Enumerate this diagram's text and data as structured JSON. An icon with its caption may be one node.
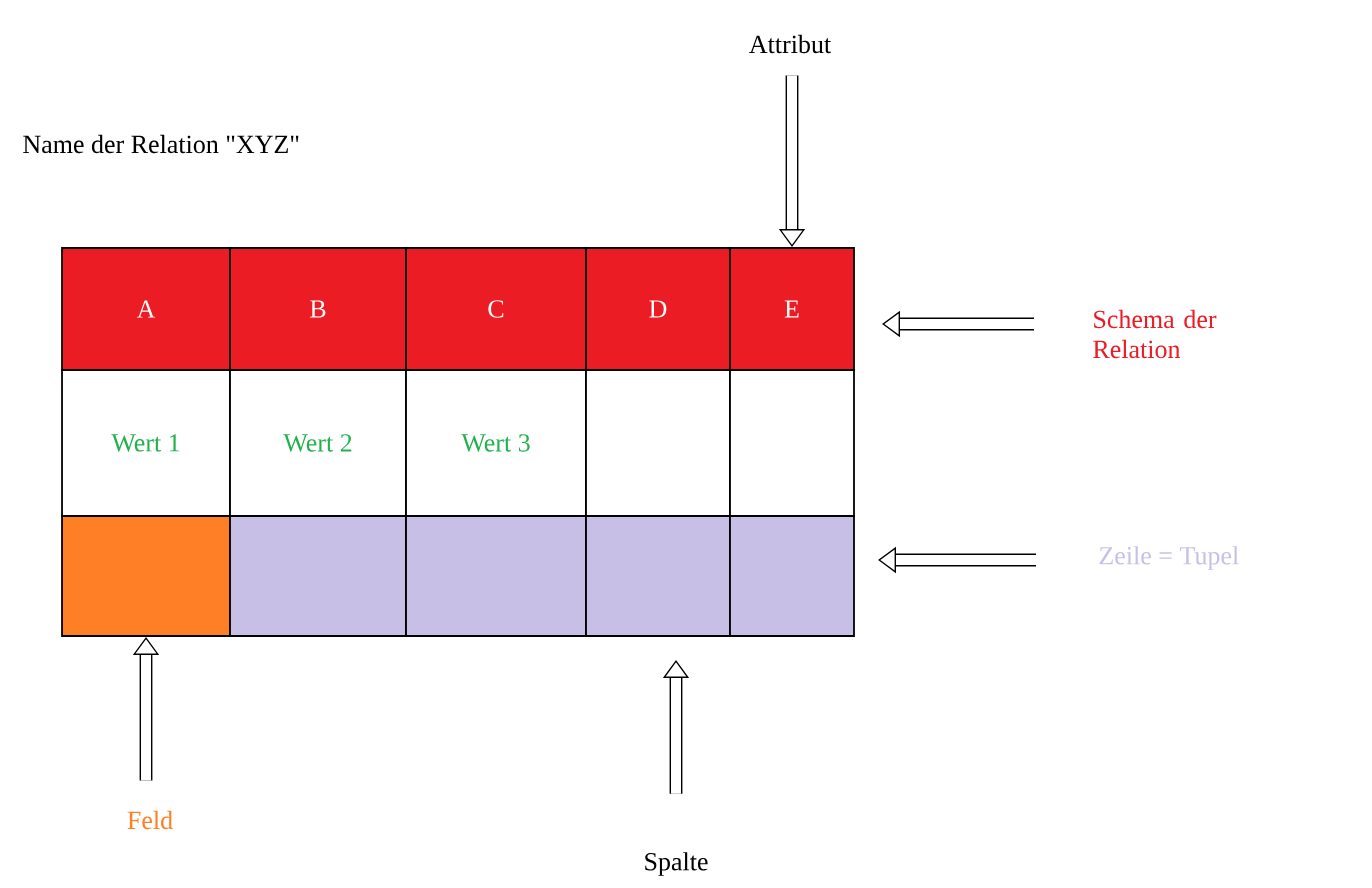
{
  "diagram": {
    "title": "Name der Relation \"XYZ\"",
    "nodes": [
      {
        "text": [
          "Attribut"
        ]
      },
      {
        "text": [
          "Schema der Relation"
        ]
      },
      {
        "text": [
          "Zeile = Tupel"
        ]
      },
      {
        "text": [
          "Feld"
        ]
      },
      {
        "text": [
          "Spalte"
        ]
      },
      {
        "text": [
          "A"
        ]
      },
      {
        "text": [
          "B"
        ]
      },
      {
        "text": [
          "C"
        ]
      },
      {
        "text": [
          "D"
        ]
      },
      {
        "text": [
          "E"
        ]
      },
      {
        "text": [
          "Wert 1"
        ]
      },
      {
        "text": [
          "Wert 2"
        ]
      },
      {
        "text": [
          "Wert 3"
        ]
      },
      {
        "text": [],
        "shape": "box"
      },
      {
        "text": [],
        "shape": "box"
      },
      {
        "text": [],
        "shape": "box"
      },
      {
        "text": [],
        "shape": "box"
      },
      {
        "text": [],
        "shape": "box"
      },
      {
        "text": [],
        "shape": "box"
      },
      {
        "text": [],
        "shape": "box"
      }
    ],
    "edges": [
      {
        "from": 0,
        "to": 9,
        "arrow": "to"
      },
      {
        "from": 1,
        "to": null,
        "arrow": "to"
      },
      {
        "from": 2,
        "to": null,
        "arrow": "to"
      },
      {
        "from": 3,
        "to": 15,
        "arrow": "to"
      },
      {
        "from": 4,
        "to": null,
        "arrow": "to"
      }
    ]
  }
}
